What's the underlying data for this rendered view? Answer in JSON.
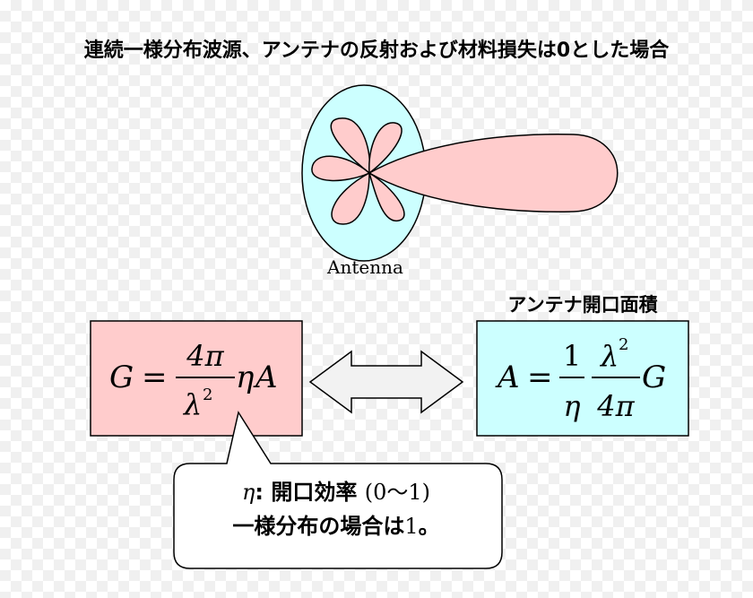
{
  "title": "連続一様分布波源、アンテナの反射および材料損失は0とした場合",
  "antenna": {
    "label": "Antenna",
    "colors": {
      "ellipse_fill": "#ccffff",
      "lobe_fill": "#ffcccc",
      "stroke": "#000000"
    }
  },
  "gain_formula": {
    "lhs": "G",
    "equals": "=",
    "numerator": "4π",
    "denominator_base": "λ",
    "denominator_exp": "2",
    "tail_eta": "η",
    "tail_var": "A",
    "box_fill": "#ffcccc"
  },
  "aperture": {
    "title": "アンテナ開口面積",
    "lhs": "A",
    "equals": "=",
    "frac1_num": "1",
    "frac1_den": "η",
    "frac2_num_base": "λ",
    "frac2_num_exp": "2",
    "frac2_den": "4π",
    "tail_var": "G",
    "box_fill": "#ccffff"
  },
  "note": {
    "eta_symbol": "η",
    "line1_rest": ": 開口効率 ",
    "line1_paren": "(0～1)",
    "line2_text": "一様分布の場合は",
    "line2_num": "1",
    "line2_end": "。"
  },
  "arrow": {
    "fill": "#f2f2f2"
  }
}
